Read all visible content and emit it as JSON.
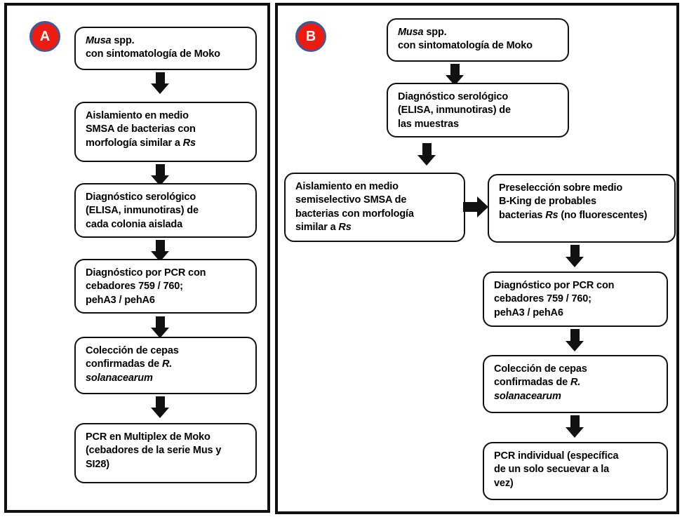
{
  "figure": {
    "type": "flowchart",
    "language": "es",
    "panels": [
      {
        "id": "A",
        "badge_label": "A",
        "badge_fill": "#ee1b10",
        "badge_stroke": "#3c5a9a",
        "badge_text_color": "#ffffff",
        "nodes": [
          {
            "id": "a1",
            "text": "Musa spp.\ncon sintomatología  de Moko",
            "italic_prefix": "Musa"
          },
          {
            "id": "a2",
            "text": "Aislamiento  en medio\nSMSA de bacterias con\nmorfología  similar a Rs",
            "italic_suffix": "Rs"
          },
          {
            "id": "a3",
            "text": "Diagnóstico serológico\n(ELISA, inmunotiras)  de\n cada colonia aislada"
          },
          {
            "id": "a4",
            "text": "Diagnóstico por PCR con\ncebadores 759 / 760;\npehA3 / pehA6"
          },
          {
            "id": "a5",
            "text": "Colección de cepas\nconfirmadas de R.\nsolanacearum",
            "italic_suffix": "R. solanacearum"
          },
          {
            "id": "a6",
            "text": "PCR en Multiplex de Moko\n(cebadores de la serie Mus y\nSI28)"
          }
        ],
        "edges": [
          {
            "from": "a1",
            "to": "a2",
            "direction": "down"
          },
          {
            "from": "a2",
            "to": "a3",
            "direction": "down"
          },
          {
            "from": "a3",
            "to": "a4",
            "direction": "down"
          },
          {
            "from": "a4",
            "to": "a5",
            "direction": "down"
          },
          {
            "from": "a5",
            "to": "a6",
            "direction": "down"
          }
        ]
      },
      {
        "id": "B",
        "badge_label": "B",
        "badge_fill": "#ee1b10",
        "badge_stroke": "#3c5a9a",
        "badge_text_color": "#ffffff",
        "nodes": [
          {
            "id": "b1",
            "text": "Musa spp.\ncon sintomatología  de Moko",
            "italic_prefix": "Musa"
          },
          {
            "id": "b2",
            "text": "Diagnóstico serológico\n(ELISA, inmunotiras)  de\n las muestras"
          },
          {
            "id": "b3",
            "text": "Aislamiento  en medio\nsemiselectivo SMSA de\nbacterias con morfología\nsimilar a Rs",
            "italic_suffix": "Rs"
          },
          {
            "id": "b4",
            "text": "Preselección sobre medio\nB-King de probables\nbacterias Rs (no fluorescentes)",
            "italic_suffix": "Rs"
          },
          {
            "id": "b5",
            "text": "Diagnóstico por PCR con\ncebadores 759 / 760;\npehA3 / pehA6"
          },
          {
            "id": "b6",
            "text": "Colección de cepas\nconfirmadas de R.\nsolanacearum",
            "italic_suffix": "R. solanacearum"
          },
          {
            "id": "b7",
            "text": "PCR individual (específica\nde un solo secuevar a la\nvez)"
          }
        ],
        "edges": [
          {
            "from": "b1",
            "to": "b2",
            "direction": "down"
          },
          {
            "from": "b2",
            "to": "b3",
            "direction": "down"
          },
          {
            "from": "b3",
            "to": "b4",
            "direction": "right"
          },
          {
            "from": "b4",
            "to": "b5",
            "direction": "down"
          },
          {
            "from": "b5",
            "to": "b6",
            "direction": "down"
          },
          {
            "from": "b6",
            "to": "b7",
            "direction": "down"
          }
        ]
      }
    ]
  }
}
